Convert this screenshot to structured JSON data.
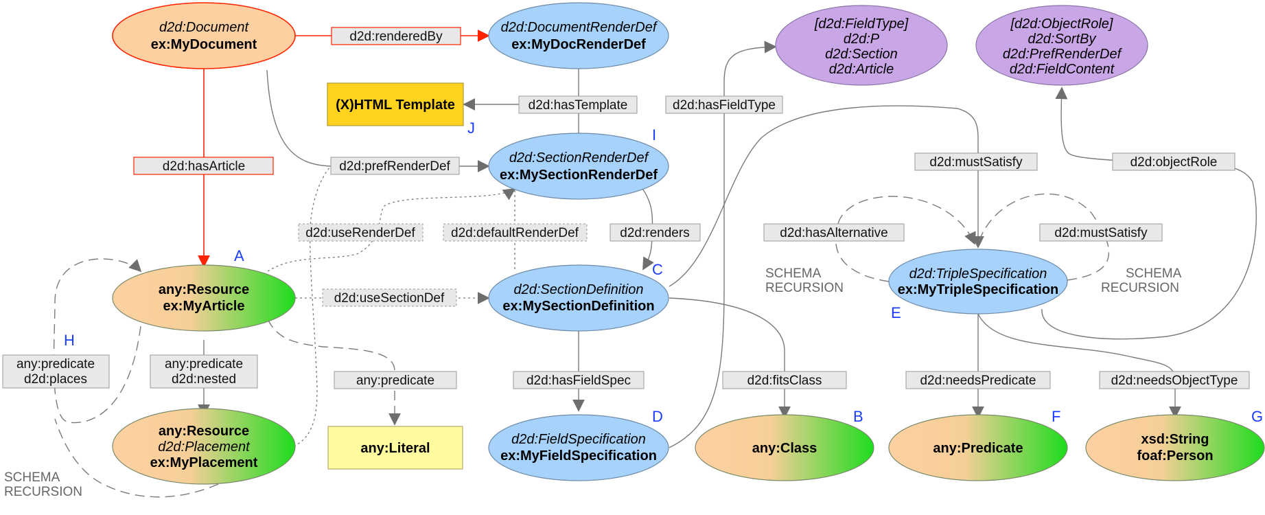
{
  "colors": {
    "orange_fill": "#fdd0a2",
    "blue_fill": "#a6d2fb",
    "purple_fill": "#c9a6e6",
    "green_fill": "#22dd22",
    "template_fill": "#ffd21e",
    "literal_fill": "#fffb9e",
    "label_fill": "#e8e8e8",
    "red": "#ff2200",
    "edge_gray": "#7a7a7a",
    "letter_blue": "#1b3cff"
  },
  "nodes": {
    "mydocument": {
      "lines": [
        "d2d:Document",
        "ex:MyDocument"
      ]
    },
    "mydocrenderdef": {
      "lines": [
        "d2d:DocumentRenderDef",
        "ex:MyDocRenderDef"
      ]
    },
    "fieldtype": {
      "lines": [
        "[d2d:FieldType]",
        "d2d:P",
        "d2d:Section",
        "d2d:Article"
      ]
    },
    "objectrole": {
      "lines": [
        "[d2d:ObjectRole]",
        "d2d:SortBy",
        "d2d:PrefRenderDef",
        "d2d:FieldContent"
      ]
    },
    "template": {
      "lines": [
        "(X)HTML Template"
      ]
    },
    "mysectionrenderdef": {
      "lines": [
        "d2d:SectionRenderDef",
        "ex:MySectionRenderDef"
      ]
    },
    "myarticle": {
      "lines": [
        "any:Resource",
        "ex:MyArticle"
      ]
    },
    "mysectiondefinition": {
      "lines": [
        "d2d:SectionDefinition",
        "ex:MySectionDefinition"
      ]
    },
    "mytriplespec": {
      "lines": [
        "d2d:TripleSpecification",
        "ex:MyTripleSpecification"
      ]
    },
    "myplacement": {
      "lines": [
        "any:Resource",
        "d2d:Placement",
        "ex:MyPlacement"
      ]
    },
    "literal": {
      "lines": [
        "any:Literal"
      ]
    },
    "myfieldspec": {
      "lines": [
        "d2d:FieldSpecification",
        "ex:MyFieldSpecification"
      ]
    },
    "anyclass": {
      "lines": [
        "any:Class"
      ]
    },
    "anypredicate": {
      "lines": [
        "any:Predicate"
      ]
    },
    "objecttype": {
      "lines": [
        "xsd:String",
        "foaf:Person"
      ]
    }
  },
  "edges": {
    "renderedBy": [
      "d2d:renderedBy"
    ],
    "hasTemplate": [
      "d2d:hasTemplate"
    ],
    "hasFieldType": [
      "d2d:hasFieldType"
    ],
    "hasArticle": [
      "d2d:hasArticle"
    ],
    "prefRenderDef": [
      "d2d:prefRenderDef"
    ],
    "mustSatisfyTop": [
      "d2d:mustSatisfy"
    ],
    "objectRole": [
      "d2d:objectRole"
    ],
    "useRenderDef": [
      "d2d:useRenderDef"
    ],
    "defaultRenderDef": [
      "d2d:defaultRenderDef"
    ],
    "renders": [
      "d2d:renders"
    ],
    "hasAlternative": [
      "d2d:hasAlternative"
    ],
    "mustSatisfyRight": [
      "d2d:mustSatisfy"
    ],
    "useSectionDef": [
      "d2d:useSectionDef"
    ],
    "placesPredicate": [
      "any:predicate",
      "d2d:places"
    ],
    "nestedPredicate": [
      "any:predicate",
      "d2d:nested"
    ],
    "literalPredicate": [
      "any:predicate"
    ],
    "hasFieldSpec": [
      "d2d:hasFieldSpec"
    ],
    "fitsClass": [
      "d2d:fitsClass"
    ],
    "needsPredicate": [
      "d2d:needsPredicate"
    ],
    "needsObjectType": [
      "d2d:needsObjectType"
    ]
  },
  "letters": {
    "A": "A",
    "B": "B",
    "C": "C",
    "D": "D",
    "E": "E",
    "F": "F",
    "G": "G",
    "H": "H",
    "I": "I",
    "J": "J"
  },
  "schema_recursion": {
    "left": [
      "SCHEMA",
      "RECURSION"
    ],
    "right": [
      "SCHEMA",
      "RECURSION"
    ],
    "bottom": [
      "SCHEMA",
      "RECURSION"
    ]
  }
}
